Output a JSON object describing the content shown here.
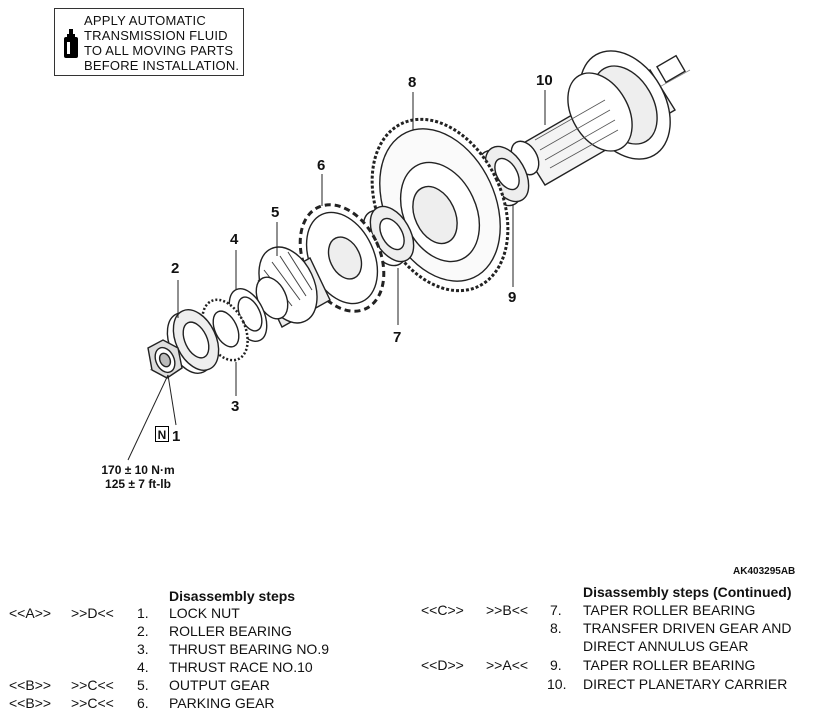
{
  "note": {
    "lines": [
      "APPLY AUTOMATIC",
      "TRANSMISSION FLUID",
      "TO ALL MOVING PARTS",
      "BEFORE INSTALLATION."
    ],
    "icon": "fluid-bottle-icon"
  },
  "callouts": {
    "c1": "1",
    "c2": "2",
    "c3": "3",
    "c4": "4",
    "c5": "5",
    "c6": "6",
    "c7": "7",
    "c8": "8",
    "c9": "9",
    "c10": "10"
  },
  "torque": {
    "line1": "170 ± 10 N·m",
    "line2": "125 ± 7 ft-lb"
  },
  "new_part_badge": "N",
  "figure_id": "AK403295AB",
  "left_steps": {
    "header": "Disassembly steps",
    "rows": [
      {
        "code1": "<<A>>",
        "code2": ">>D<<",
        "num": "1.",
        "name": "LOCK NUT"
      },
      {
        "code1": "",
        "code2": "",
        "num": "2.",
        "name": "ROLLER BEARING"
      },
      {
        "code1": "",
        "code2": "",
        "num": "3.",
        "name": "THRUST BEARING NO.9"
      },
      {
        "code1": "",
        "code2": "",
        "num": "4.",
        "name": "THRUST RACE NO.10"
      },
      {
        "code1": "<<B>>",
        "code2": ">>C<<",
        "num": "5.",
        "name": "OUTPUT GEAR"
      },
      {
        "code1": "<<B>>",
        "code2": ">>C<<",
        "num": "6.",
        "name": "PARKING GEAR"
      }
    ]
  },
  "right_steps": {
    "header": "Disassembly steps (Continued)",
    "rows": [
      {
        "code1": "<<C>>",
        "code2": ">>B<<",
        "num": "7.",
        "name": "TAPER ROLLER BEARING"
      },
      {
        "code1": "",
        "code2": "",
        "num": "8.",
        "name": "TRANSFER DRIVEN GEAR AND"
      },
      {
        "code1": "",
        "code2": "",
        "num": "",
        "name": "DIRECT ANNULUS GEAR"
      },
      {
        "code1": "<<D>>",
        "code2": ">>A<<",
        "num": "9.",
        "name": "TAPER ROLLER BEARING"
      },
      {
        "code1": "",
        "code2": "",
        "num": "10.",
        "name": "DIRECT PLANETARY CARRIER"
      }
    ]
  }
}
